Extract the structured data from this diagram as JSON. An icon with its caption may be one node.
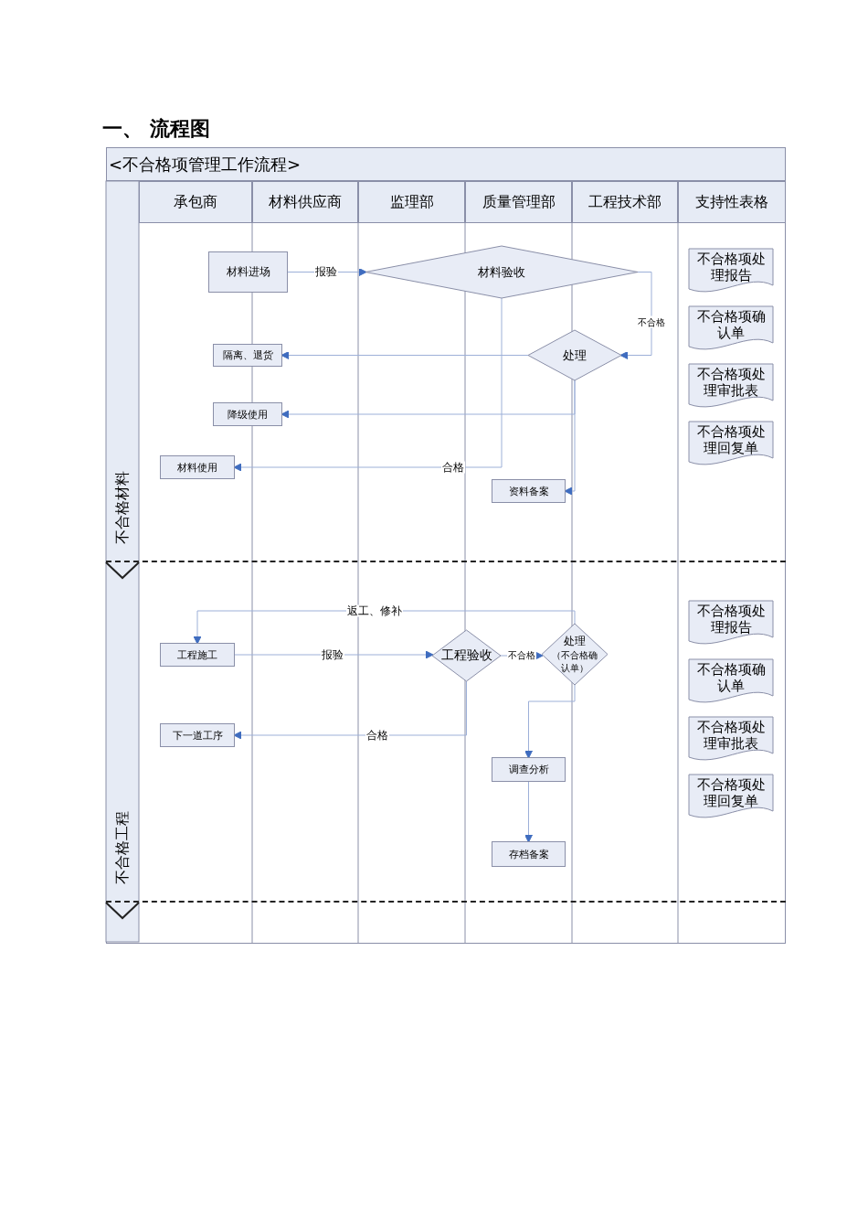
{
  "diagram": {
    "title": "一、 流程图",
    "nodes": [
      {
        "text": [
          "<不合格项管理工作流程>"
        ]
      },
      {
        "text": [
          "承包商"
        ],
        "in": 0
      },
      {
        "text": [
          "材料供应商"
        ],
        "in": 0
      },
      {
        "text": [
          "监理部"
        ],
        "in": 0
      },
      {
        "text": [
          "质量管理部"
        ],
        "in": 0
      },
      {
        "text": [
          "工程技术部"
        ],
        "in": 0
      },
      {
        "text": [
          "支持性表格"
        ],
        "in": 0
      },
      {
        "text": [
          "不合格材料"
        ],
        "in": 0
      },
      {
        "text": [
          "不合格工程"
        ],
        "in": 0
      },
      {
        "text": [
          "材料进场"
        ],
        "in": 7
      },
      {
        "text": [
          "材料验收"
        ],
        "in": 7
      },
      {
        "text": [
          "处理"
        ],
        "in": 7
      },
      {
        "text": [
          "隔离、退货"
        ],
        "in": 7
      },
      {
        "text": [
          "降级使用"
        ],
        "in": 7
      },
      {
        "text": [
          "材料使用"
        ],
        "in": 7
      },
      {
        "text": [
          "资料备案"
        ],
        "in": 7
      },
      {
        "text": [
          "不合格项处理报告"
        ],
        "in": 7
      },
      {
        "text": [
          "不合格项确认单"
        ],
        "in": 7
      },
      {
        "text": [
          "不合格项处理审批表"
        ],
        "in": 7
      },
      {
        "text": [
          "不合格项处理回复单"
        ],
        "in": 7
      },
      {
        "text": [
          "工程施工"
        ],
        "in": 8
      },
      {
        "text": [
          "工程验收"
        ],
        "in": 8
      },
      {
        "text": [
          "处理",
          "（不合格确认单）"
        ],
        "in": 8
      },
      {
        "text": [
          "下一道工序"
        ],
        "in": 8
      },
      {
        "text": [
          "调查分析"
        ],
        "in": 8
      },
      {
        "text": [
          "存档备案"
        ],
        "in": 8
      },
      {
        "text": [
          "不合格项处理报告"
        ],
        "in": 8
      },
      {
        "text": [
          "不合格项确认单"
        ],
        "in": 8
      },
      {
        "text": [
          "不合格项处理审批表"
        ],
        "in": 8
      },
      {
        "text": [
          "不合格项处理回复单"
        ],
        "in": 8
      }
    ],
    "edges": [
      {
        "from": 9,
        "to": 10,
        "arrow": "to",
        "label": "报验"
      },
      {
        "from": 10,
        "to": 11,
        "arrow": "to",
        "label": "不合格"
      },
      {
        "from": 11,
        "to": 12,
        "arrow": "to"
      },
      {
        "from": 11,
        "to": 13,
        "arrow": "to"
      },
      {
        "from": 10,
        "to": 14,
        "arrow": "to",
        "label": "合格"
      },
      {
        "from": 11,
        "to": 15,
        "arrow": "to"
      },
      {
        "from": 20,
        "to": 21,
        "arrow": "to",
        "label": "报验"
      },
      {
        "from": 21,
        "to": 22,
        "arrow": "to",
        "label": "不合格"
      },
      {
        "from": 22,
        "to": 20,
        "arrow": "to",
        "label": "返工、修补"
      },
      {
        "from": 21,
        "to": 23,
        "arrow": "to",
        "label": "合格"
      },
      {
        "from": 22,
        "to": 24,
        "arrow": "to"
      },
      {
        "from": 24,
        "to": 25,
        "arrow": "to"
      }
    ]
  }
}
